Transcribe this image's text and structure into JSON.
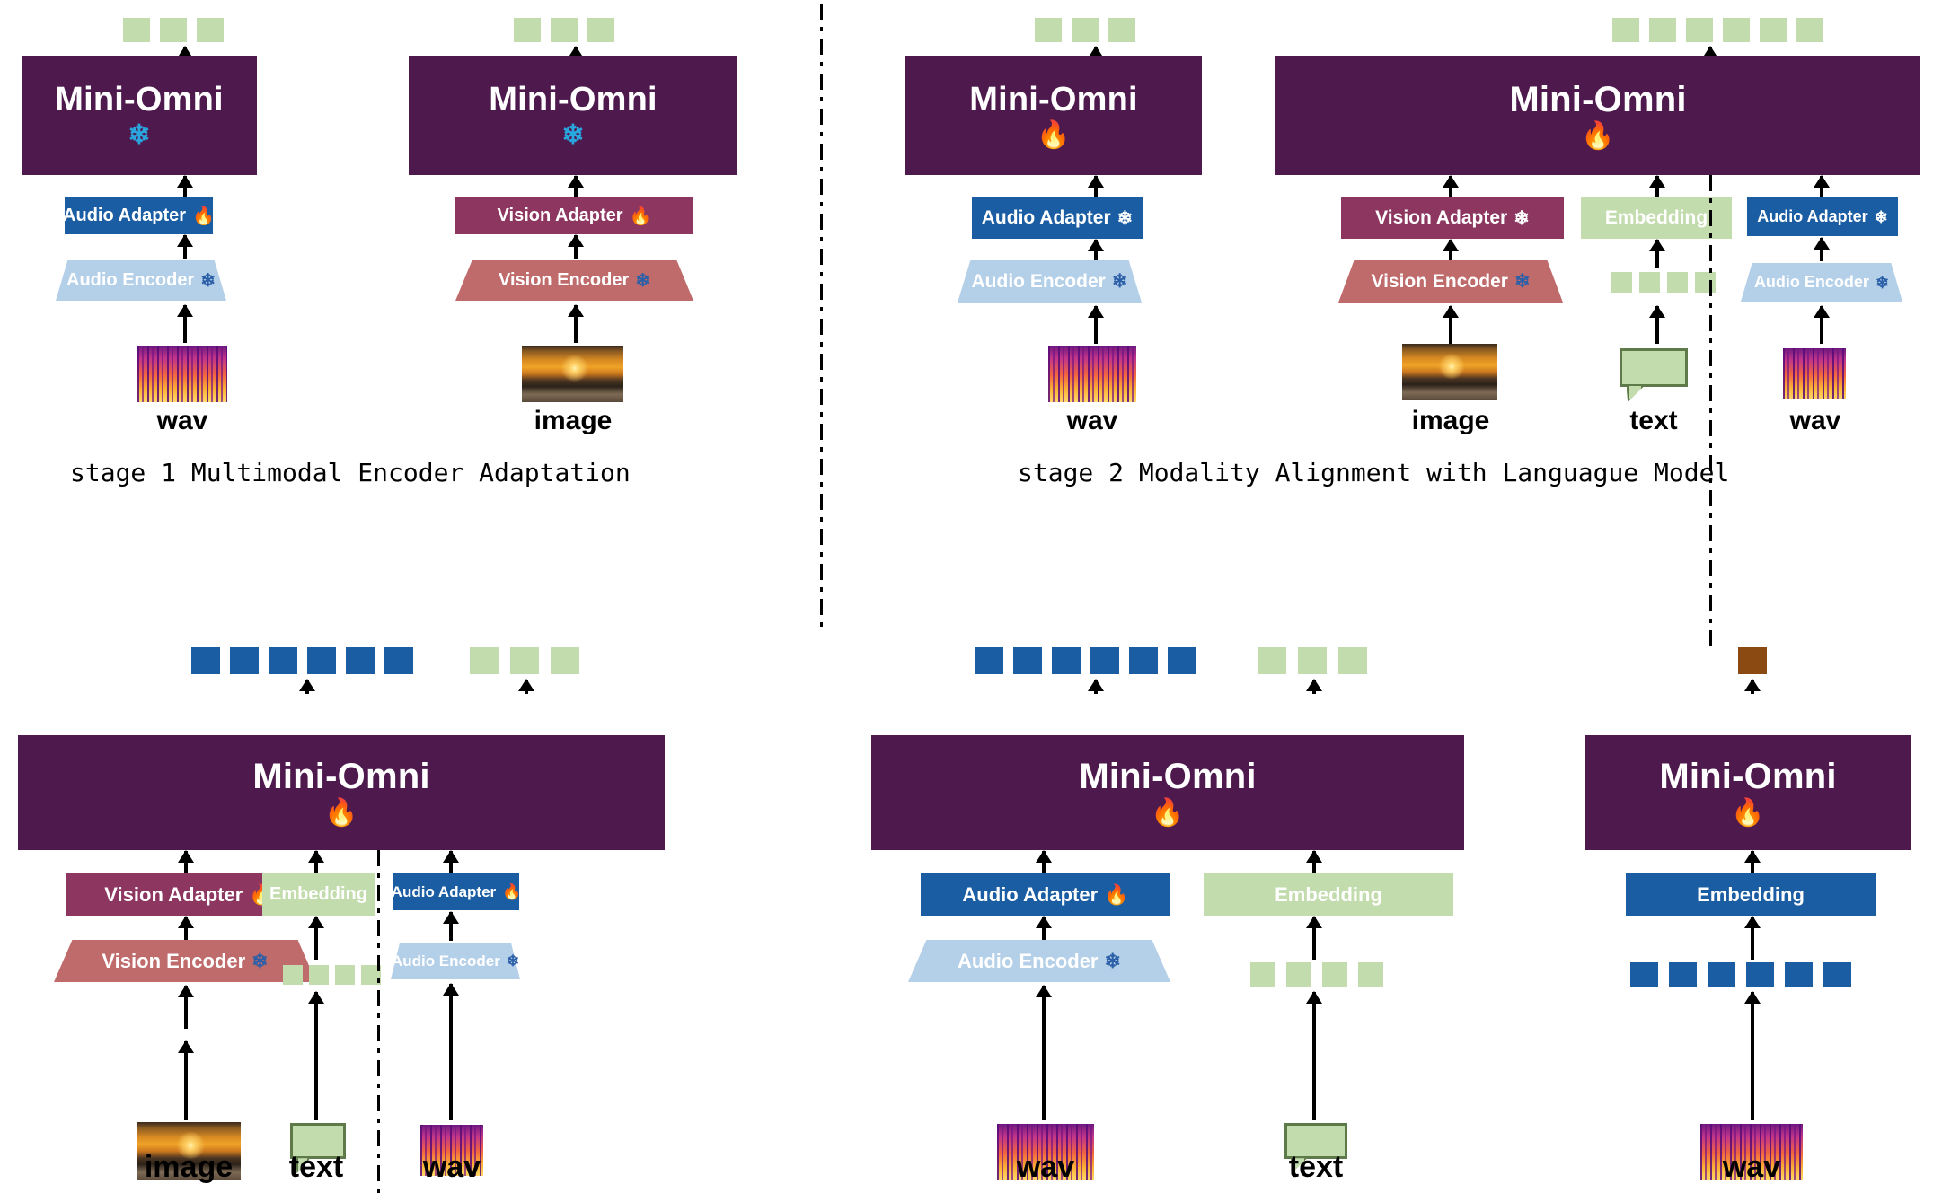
{
  "meta": {
    "model_name": "Mini-Omni",
    "colors": {
      "llm_purple": "#4e1a4e",
      "audio_blue": "#1a5da3",
      "audio_light": "#b4cfe8",
      "vision_magenta": "#8d3660",
      "vision_red": "#c06b6b",
      "token_green": "#c3dcad",
      "token_brown": "#8a4a12",
      "fire": "#ffb300",
      "snow_blue": "#29a8e0"
    }
  },
  "stages": {
    "stage1": {
      "caption": "stage 1  Multimodal Encoder Adaptation",
      "columns": [
        {
          "id": "audio",
          "llm_label": "Mini-Omni",
          "llm_state": "frozen",
          "adapter_label": "Audio Adapter",
          "adapter_state": "trainable",
          "encoder_label": "Audio Encoder",
          "encoder_state": "frozen",
          "input_label": "wav",
          "input_type": "spectrogram",
          "output_tokens": 3,
          "output_token_color": "green"
        },
        {
          "id": "vision",
          "llm_label": "Mini-Omni",
          "llm_state": "frozen",
          "adapter_label": "Vision Adapter",
          "adapter_state": "trainable",
          "encoder_label": "Vision Encoder",
          "encoder_state": "frozen",
          "input_label": "image",
          "input_type": "photo",
          "output_tokens": 3,
          "output_token_color": "green"
        }
      ]
    },
    "stage2": {
      "caption": "stage 2 Modality Alignment with Languague Model",
      "columns": [
        {
          "id": "audio",
          "llm_label": "Mini-Omni",
          "llm_state": "trainable",
          "adapter_label": "Audio Adapter",
          "adapter_state": "frozen",
          "encoder_label": "Audio Encoder",
          "encoder_state": "frozen",
          "input_label": "wav",
          "input_type": "spectrogram",
          "output_tokens": 3,
          "output_token_color": "green"
        },
        {
          "id": "multimodal",
          "llm_label": "Mini-Omni",
          "llm_state": "trainable",
          "output_tokens": 6,
          "output_token_color": "green",
          "branches": [
            {
              "adapter_label": "Vision  Adapter",
              "adapter_state": "frozen",
              "encoder_label": "Vision Encoder",
              "encoder_state": "frozen",
              "input_label": "image",
              "input_type": "photo"
            },
            {
              "adapter_label": "Embedding",
              "adapter_state": "none",
              "token_row": 4,
              "token_row_color": "green",
              "input_label": "text",
              "input_type": "bubble"
            },
            {
              "adapter_label": "Audio Adapter",
              "adapter_state": "frozen",
              "encoder_label": "Audio Encoder",
              "encoder_state": "frozen",
              "input_label": "wav",
              "input_type": "spectrogram"
            }
          ]
        }
      ]
    },
    "stage3": {
      "caption": "",
      "llm_label": "Mini-Omni",
      "llm_state": "trainable",
      "output_groups": [
        {
          "count": 6,
          "color": "blue"
        },
        {
          "count": 3,
          "color": "green"
        }
      ],
      "branches": [
        {
          "adapter_label": "Vision  Adapter",
          "adapter_state": "trainable",
          "encoder_label": "Vision Encoder",
          "encoder_state": "frozen",
          "input_label": "image",
          "input_type": "photo"
        },
        {
          "adapter_label": "Embedding",
          "adapter_state": "none",
          "token_row": 4,
          "token_row_color": "green",
          "input_label": "text",
          "input_type": "bubble"
        },
        {
          "adapter_label": "Audio Adapter",
          "adapter_state": "trainable",
          "encoder_label": "Audio Encoder",
          "encoder_state": "frozen",
          "input_label": "wav",
          "input_type": "spectrogram"
        }
      ]
    },
    "stage4": {
      "caption": "",
      "llm_label": "Mini-Omni",
      "llm_state": "trainable",
      "output_groups": [
        {
          "count": 6,
          "color": "blue"
        },
        {
          "count": 3,
          "color": "green"
        }
      ],
      "branches": [
        {
          "adapter_label": "Audio Adapter",
          "adapter_state": "trainable",
          "encoder_label": "Audio Encoder",
          "encoder_state": "frozen",
          "input_label": "wav",
          "input_type": "spectrogram"
        },
        {
          "adapter_label": "Embedding",
          "adapter_state": "none",
          "token_row": 4,
          "token_row_color": "green",
          "input_label": "text",
          "input_type": "bubble"
        }
      ]
    },
    "stage5": {
      "caption": "",
      "llm_label": "Mini-Omni",
      "llm_state": "trainable",
      "output_groups": [
        {
          "count": 1,
          "color": "brown"
        }
      ],
      "branches": [
        {
          "adapter_label": "Embedding",
          "adapter_state": "none",
          "token_row": 6,
          "token_row_color": "blue",
          "input_label": "wav",
          "input_type": "spectrogram"
        }
      ]
    }
  },
  "icons": {
    "fire": "🔥",
    "snowflake": "❄"
  }
}
